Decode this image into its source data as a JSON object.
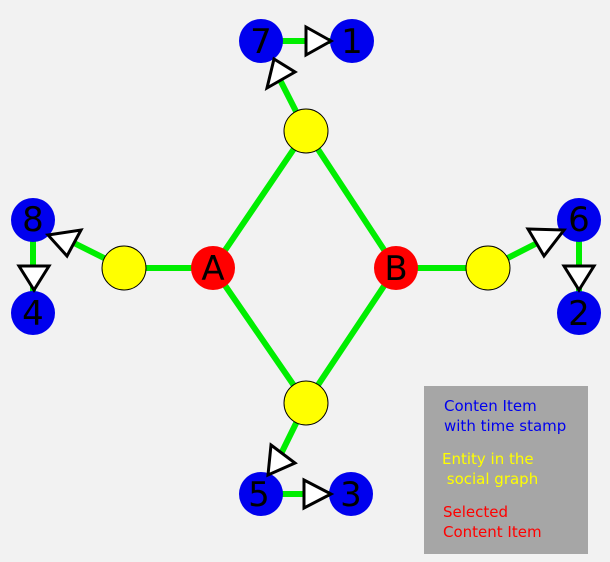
{
  "colors": {
    "background": "#f2f2f2",
    "edge": "#00ee00",
    "content_item": "#0000ee",
    "entity": "#ffff00",
    "selected": "#ff0000",
    "legend_bg": "#a6a6a6"
  },
  "nodes": {
    "A": "A",
    "B": "B",
    "n1": "1",
    "n2": "2",
    "n3": "3",
    "n4": "4",
    "n5": "5",
    "n6": "6",
    "n7": "7",
    "n8": "8"
  },
  "legend": {
    "content_line1": "Conten Item",
    "content_line2": "with time stamp",
    "entity_line1": "Entity in the",
    "entity_line2": " social graph",
    "selected_line1": "Selected",
    "selected_line2": "Content Item"
  }
}
